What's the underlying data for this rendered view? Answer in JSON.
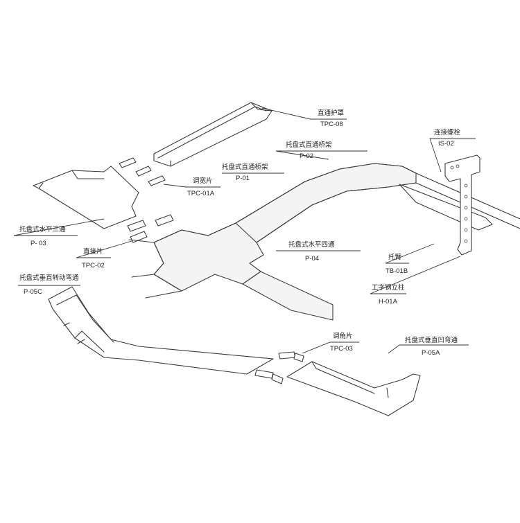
{
  "labels": {
    "cover": {
      "name": "直通护罩",
      "code": "TPC-08"
    },
    "tray_bend": {
      "name": "托盘式直通桥架",
      "code": "P-02"
    },
    "bolt": {
      "name": "连接螺栓",
      "code": "IS-02"
    },
    "tray_straight": {
      "name": "托盘式直通桥架",
      "code": "P-01"
    },
    "adjust_plate": {
      "name": "调宽片",
      "code": "TPC-01A"
    },
    "tee": {
      "name": "托盘式水平三通",
      "code": "P- 03"
    },
    "cross": {
      "name": "托盘式水平四通",
      "code": "P-04"
    },
    "straight_plate": {
      "name": "直接片",
      "code": "TPC-02"
    },
    "bracket": {
      "name": "托臂",
      "code": "TB-01B"
    },
    "column": {
      "name": "工字钢立柱",
      "code": "H-01A"
    },
    "vert_bend_down": {
      "name": "托盘式垂直转动弯通",
      "code": "P-05C"
    },
    "angle_plate": {
      "name": "调角片",
      "code": "TPC-03"
    },
    "vert_bend_up": {
      "name": "托盘式垂直凹弯通",
      "code": "P-05A"
    }
  },
  "colors": {
    "line": "#3a3a3a",
    "text": "#222222",
    "background": "#ffffff"
  }
}
